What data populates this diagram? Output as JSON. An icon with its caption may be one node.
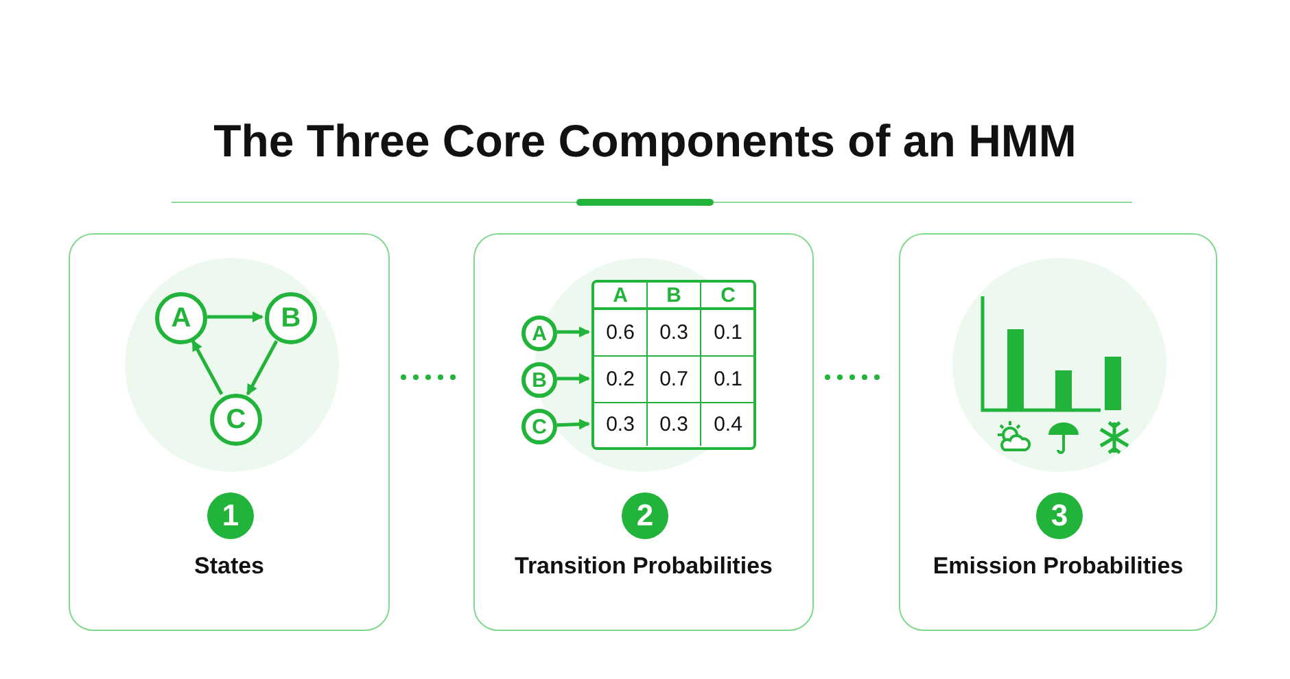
{
  "diagram": {
    "title": "The Three Core Components of an HMM",
    "nodes": [
      {
        "text": [
          "1",
          "States"
        ]
      },
      {
        "text": [
          "A"
        ],
        "in": 0
      },
      {
        "text": [
          "B"
        ],
        "in": 0
      },
      {
        "text": [
          "C"
        ],
        "in": 0
      },
      {
        "text": [
          "2",
          "Transition Probabilities"
        ]
      },
      {
        "text": [
          "A"
        ],
        "in": 4
      },
      {
        "text": [
          "B"
        ],
        "in": 4
      },
      {
        "text": [
          "C"
        ],
        "in": 4
      },
      {
        "text": [
          "3",
          "Emission Probabilities"
        ]
      },
      {
        "text": [
          "0.6",
          "0.3",
          "0.1"
        ],
        "in": 4
      },
      {
        "text": [
          "0.2",
          "0.7",
          "0.1"
        ],
        "in": 4
      },
      {
        "text": [
          "0.3",
          "0.3",
          "0.4"
        ],
        "in": 4
      }
    ],
    "edges": [
      {
        "from": 1,
        "to": 2,
        "arrow": "to"
      },
      {
        "from": 2,
        "to": 3,
        "arrow": "to"
      },
      {
        "from": 3,
        "to": 1,
        "arrow": "to"
      },
      {
        "from": 5,
        "to": 9,
        "arrow": "to"
      },
      {
        "from": 6,
        "to": 10,
        "arrow": "to"
      },
      {
        "from": 7,
        "to": 11,
        "arrow": "to"
      },
      {
        "from": 0,
        "to": 4,
        "arrow": "none",
        "style": "dashed"
      },
      {
        "from": 4,
        "to": 8,
        "arrow": "none",
        "style": "dashed"
      }
    ],
    "labels": [
      "A",
      "B",
      "C"
    ]
  }
}
